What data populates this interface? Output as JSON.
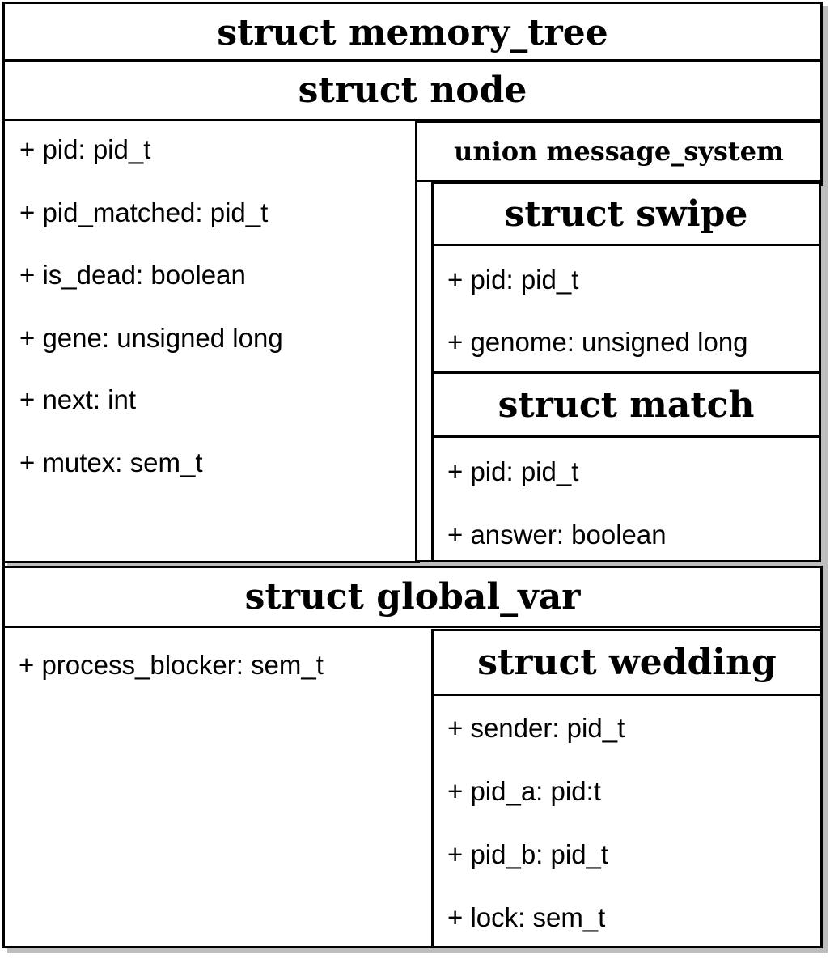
{
  "memory_tree": {
    "title": "struct memory_tree"
  },
  "node": {
    "title": "struct node",
    "fields": [
      "+ pid: pid_t",
      "+ pid_matched: pid_t",
      "+ is_dead: boolean",
      "+ gene: unsigned long",
      "+ next: int",
      "+ mutex: sem_t"
    ]
  },
  "message_system": {
    "title": "union message_system"
  },
  "swipe": {
    "title": "struct swipe",
    "fields": [
      "+ pid: pid_t",
      "+ genome: unsigned long"
    ]
  },
  "match": {
    "title": "struct match",
    "fields": [
      "+ pid: pid_t",
      "+ answer: boolean"
    ]
  },
  "global_var": {
    "title": "struct global_var",
    "fields": [
      "+ process_blocker: sem_t"
    ]
  },
  "wedding": {
    "title": "struct wedding",
    "fields": [
      "+ sender: pid_t",
      "+ pid_a: pid:t",
      "+ pid_b: pid_t",
      "+ lock: sem_t"
    ]
  }
}
